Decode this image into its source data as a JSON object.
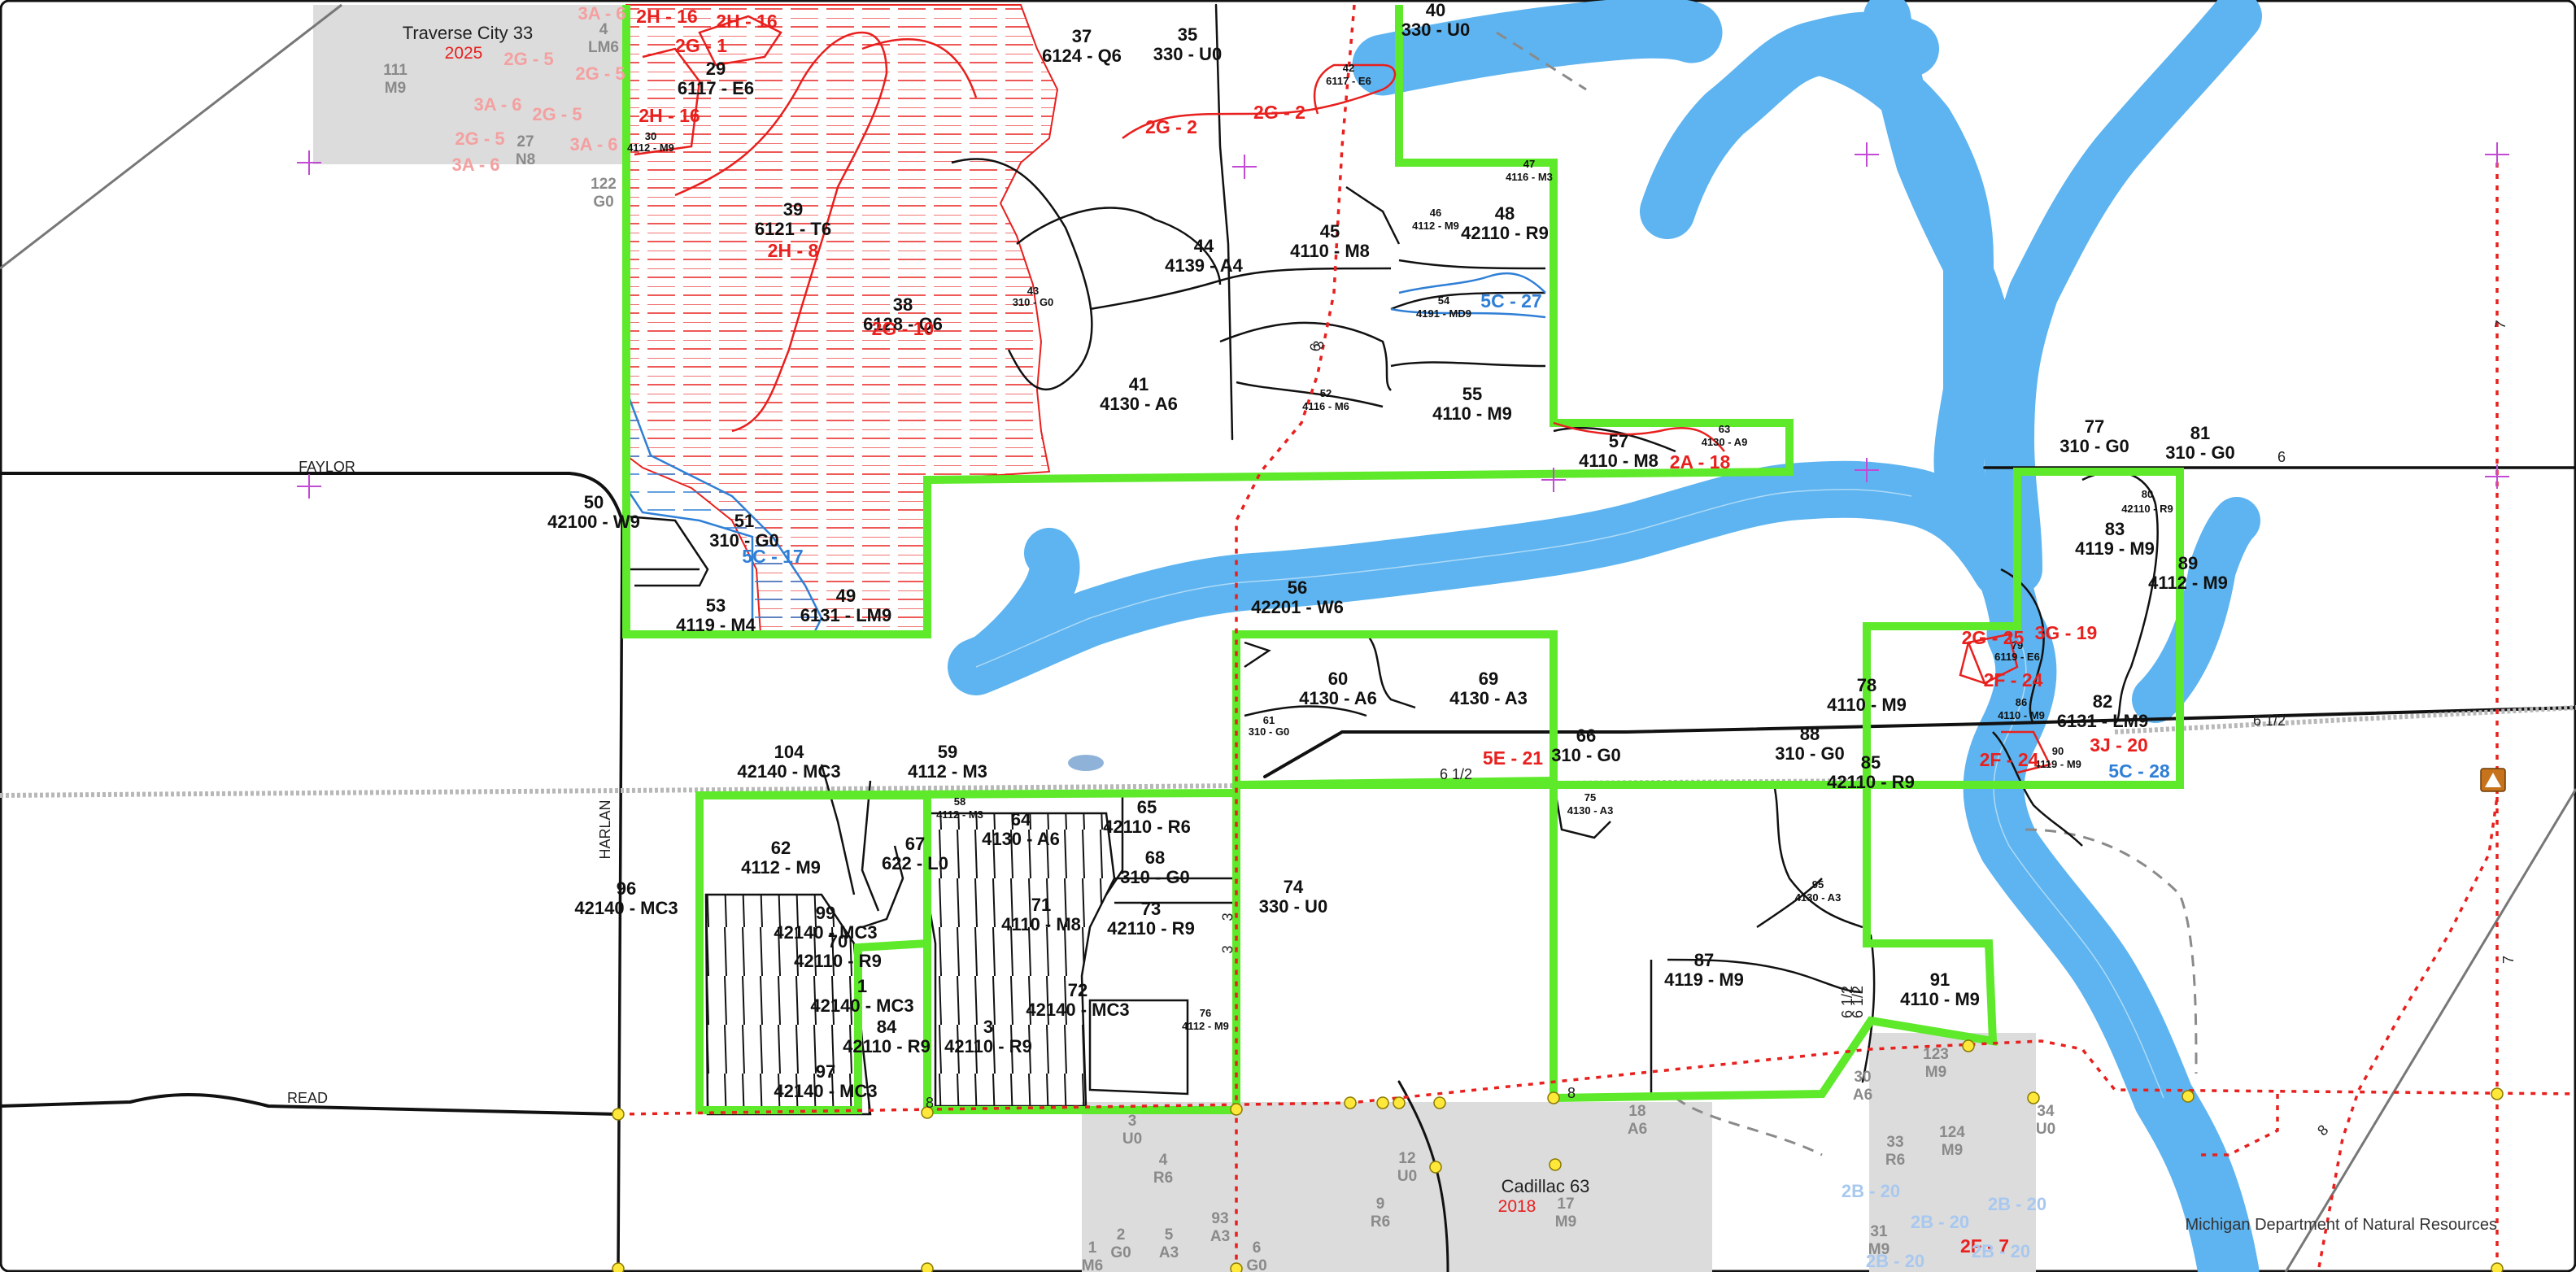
{
  "map": {
    "credit": "Michigan Department of Natural Resources",
    "sections": [
      {
        "name": "Traverse City 33",
        "year": "2025"
      },
      {
        "name": "Cadillac 63",
        "year": "2018"
      }
    ],
    "roads": [
      "FAYLOR",
      "READ",
      "HARLAN"
    ],
    "road_numbers": [
      "6",
      "6 1/2",
      "6 1/2",
      "6 1/2",
      "6",
      "7",
      "7",
      "8",
      "8",
      "8",
      "3",
      "3",
      "3",
      "6 1/2"
    ],
    "stands": [
      {
        "id": "29",
        "code": "6117 - E6"
      },
      {
        "id": "37",
        "code": "6124 - Q6"
      },
      {
        "id": "35",
        "code": "330 - U0"
      },
      {
        "id": "40",
        "code": "330 - U0"
      },
      {
        "id": "39",
        "code": "6121 - T6"
      },
      {
        "id": "38",
        "code": "6128 - Q6"
      },
      {
        "id": "45",
        "code": "4110 - M8"
      },
      {
        "id": "44",
        "code": "4139 - A4"
      },
      {
        "id": "48",
        "code": "42110 - R9"
      },
      {
        "id": "41",
        "code": "4130 - A6"
      },
      {
        "id": "55",
        "code": "4110 - M9"
      },
      {
        "id": "57",
        "code": "4110 - M8"
      },
      {
        "id": "50",
        "code": "42100 - W9"
      },
      {
        "id": "51",
        "code": "310 - G0"
      },
      {
        "id": "49",
        "code": "6131 - LM9"
      },
      {
        "id": "53",
        "code": "4119 - M4"
      },
      {
        "id": "56",
        "code": "42201 - W6"
      },
      {
        "id": "77",
        "code": "310 - G0"
      },
      {
        "id": "81",
        "code": "310 - G0"
      },
      {
        "id": "83",
        "code": "4119 - M9"
      },
      {
        "id": "89",
        "code": "4112 - M9"
      },
      {
        "id": "60",
        "code": "4130 - A6"
      },
      {
        "id": "69",
        "code": "4130 - A3"
      },
      {
        "id": "66",
        "code": "310 - G0"
      },
      {
        "id": "88",
        "code": "310 - G0"
      },
      {
        "id": "78",
        "code": "4110 - M9"
      },
      {
        "id": "82",
        "code": "6131 - LM9"
      },
      {
        "id": "85",
        "code": "42110 - R9"
      },
      {
        "id": "104",
        "code": "42140 - MC3"
      },
      {
        "id": "59",
        "code": "4112 - M3"
      },
      {
        "id": "62",
        "code": "4112 - M9"
      },
      {
        "id": "64",
        "code": "4130 - A6"
      },
      {
        "id": "65",
        "code": "42110 - R6"
      },
      {
        "id": "67",
        "code": "622 - L0"
      },
      {
        "id": "68",
        "code": "310 - G0"
      },
      {
        "id": "96",
        "code": "42140 - MC3"
      },
      {
        "id": "74",
        "code": "330 - U0"
      },
      {
        "id": "71",
        "code": "4110 - M8"
      },
      {
        "id": "73",
        "code": "42110 - R9"
      },
      {
        "id": "99",
        "code": "42140 - MC3"
      },
      {
        "id": "70",
        "code": "42110 - R9"
      },
      {
        "id": "1",
        "code": "42140 - MC3"
      },
      {
        "id": "72",
        "code": "42140 - MC3"
      },
      {
        "id": "84",
        "code": "42110 - R9"
      },
      {
        "id": "3",
        "code": "42110 - R9"
      },
      {
        "id": "97",
        "code": "42140 - MC3"
      },
      {
        "id": "87",
        "code": "4119 - M9"
      },
      {
        "id": "91",
        "code": "4110 - M9"
      }
    ],
    "small_stands": [
      "42",
      "6117 - E6",
      "47",
      "4116 - M3",
      "46",
      "4112 - M9",
      "43",
      "310 - G0",
      "54",
      "4191 - MD9",
      "52",
      "4116 - M6",
      "63",
      "4130 - A9",
      "80",
      "42110 - R9",
      "79",
      "6119 - E6",
      "86",
      "4110 - M9",
      "90",
      "4119 - M9",
      "61",
      "310 - G0",
      "58",
      "4112 - M3",
      "75",
      "4130 - A3",
      "95",
      "4130 - A3",
      "76",
      "4112 - M9",
      "30",
      "4112 - M9"
    ],
    "treatments_red": [
      "2H - 16",
      "2H - 16",
      "2G - 1",
      "2H - 16",
      "2G - 2",
      "2G - 2",
      "2H - 8",
      "2G - 10",
      "2A - 18",
      "2G - 25",
      "3G - 19",
      "2F - 24",
      "3J - 20",
      "2F - 24",
      "5E - 21",
      "2F - 7"
    ],
    "treatments_pink": [
      "3A - 6",
      "2G - 5",
      "2G - 5",
      "3A - 6",
      "2G - 5",
      "2G - 5",
      "3A - 6",
      "3A - 6"
    ],
    "treatments_blue": [
      "5C - 27",
      "5C - 17",
      "5C - 28"
    ],
    "treatments_lightblue": [
      "2B - 20",
      "2B - 20",
      "2B - 20",
      "2B - 20",
      "2B - 20"
    ],
    "adjacent_stands": [
      {
        "id": "4",
        "code": "LM6"
      },
      {
        "id": "111",
        "code": "M9"
      },
      {
        "id": "122",
        "code": "G0"
      },
      {
        "id": "27",
        "code": "N8"
      },
      {
        "id": "3",
        "code": "U0"
      },
      {
        "id": "4",
        "code": "R6"
      },
      {
        "id": "93",
        "code": "A3"
      },
      {
        "id": "1",
        "code": "M6"
      },
      {
        "id": "2",
        "code": "G0"
      },
      {
        "id": "5",
        "code": "A3"
      },
      {
        "id": "6",
        "code": "G0"
      },
      {
        "id": "12",
        "code": "U0"
      },
      {
        "id": "9",
        "code": "R6"
      },
      {
        "id": "17",
        "code": "M9"
      },
      {
        "id": "18",
        "code": "A6"
      },
      {
        "id": "30",
        "code": "A6"
      },
      {
        "id": "123",
        "code": "M9"
      },
      {
        "id": "33",
        "code": "R6"
      },
      {
        "id": "124",
        "code": "M9"
      },
      {
        "id": "34",
        "code": "U0"
      },
      {
        "id": "31",
        "code": "M9"
      }
    ],
    "colors": {
      "stream_buffer": "#5db4f0",
      "boundary": "#5ee92a",
      "treatment_red": "#e8201e",
      "treatment_blue": "#2f7fd6",
      "adjacent_grey": "#dcdcdc"
    },
    "icons": [
      "railroad-line",
      "crosshair-marker",
      "warning-sign-icon",
      "yellow-point-marker"
    ]
  }
}
